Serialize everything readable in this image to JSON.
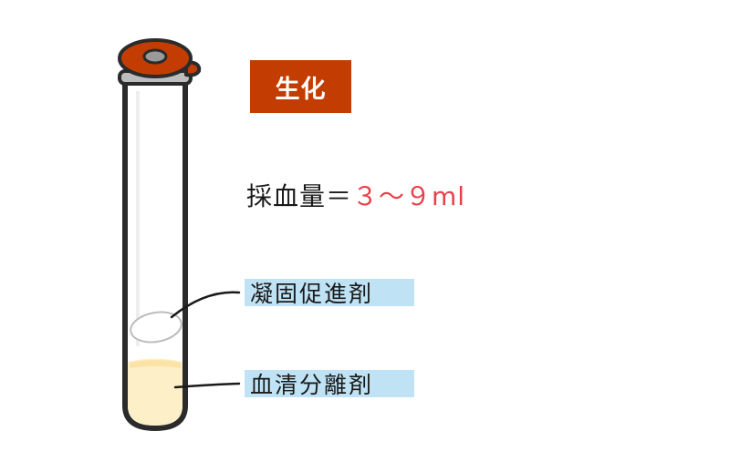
{
  "badge": {
    "text": "生化",
    "color": "#c33d02"
  },
  "volume": {
    "label": "採血量＝",
    "value": "３～９ml",
    "value_color": "#e8404a"
  },
  "labels": [
    {
      "text": "凝固促進剤",
      "background": "#bfe3f5"
    },
    {
      "text": "血清分離剤",
      "background": "#bfe3f5"
    }
  ],
  "tube": {
    "cap_color": "#c33d02",
    "serum_color": "#fdf0c8"
  }
}
